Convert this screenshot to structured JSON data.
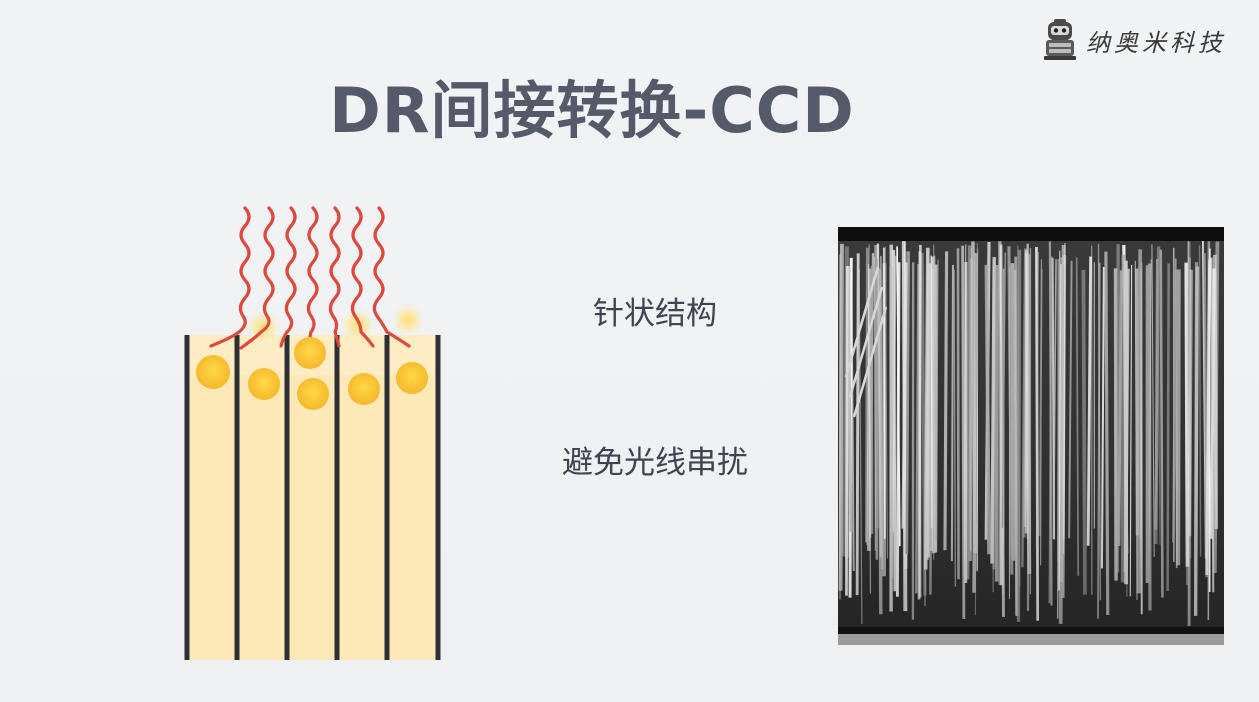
{
  "slide": {
    "title": "DR间接转换-CCD",
    "labels": [
      "针状结构",
      "避免光线串扰"
    ]
  },
  "brand": {
    "name": "纳奥米科技",
    "icon": "robot-logo-icon"
  },
  "colors": {
    "title": "#545a6a",
    "xray_wave": "#e0483e",
    "light_spot": "#ffcc33",
    "scintillator_fill": "#fde7b6",
    "separator": "#2f3036"
  }
}
